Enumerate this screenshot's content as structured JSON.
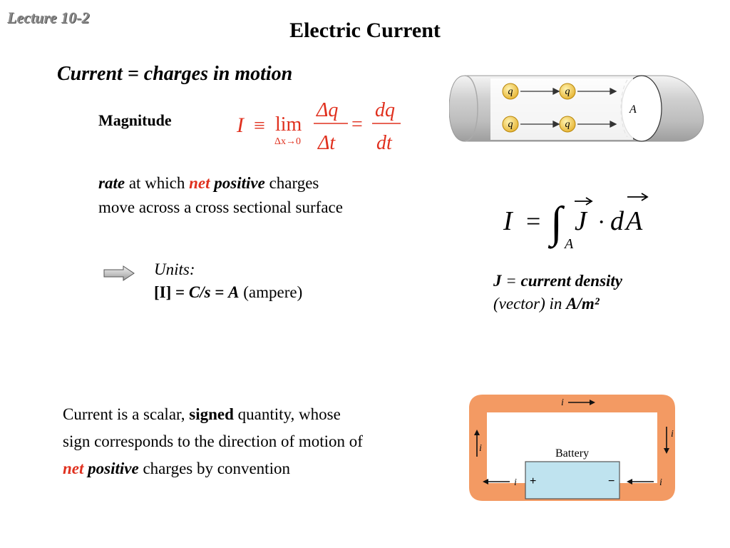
{
  "header": {
    "lecture": "Lecture 10-2",
    "title": "Electric Current"
  },
  "subtitle": "Current = charges in motion",
  "magnitude_label": "Magnitude",
  "equation1": {
    "lhs": "I",
    "equiv": "≡",
    "lim": "lim",
    "lim_sub": "Δx→0",
    "num1": "Δq",
    "den1": "Δt",
    "equals": "=",
    "num2": "dq",
    "den2": "dt"
  },
  "rate_text": {
    "w1": "rate",
    "w2": " at which ",
    "w3": "net",
    "w4": " positive",
    "w5": " charges",
    "line2": "move across a cross sectional surface"
  },
  "units": {
    "label": "Units:",
    "open": "[I] = ",
    "cs": "C/s",
    "eq": " = ",
    "a": "A",
    "ampere": " (ampere)"
  },
  "equation2": {
    "lhs": "I",
    "equals": "=",
    "integral": "∫",
    "sub": "A",
    "j": "J",
    "dot": "·",
    "d": "d",
    "a": "A"
  },
  "current_density": {
    "j": "J",
    "eq": " = ",
    "text": "current density",
    "line2a": "(vector) in ",
    "line2b": "A/m²"
  },
  "scalar_text": {
    "a": "Current is a scalar, ",
    "b": "signed",
    "c": " quantity, whose",
    "line2": "sign corresponds to the direction of motion of",
    "d": "net",
    "e": " positive",
    "f": " charges by convention"
  },
  "wire_figure": {
    "charge_label": "q",
    "area_label": "A"
  },
  "battery_figure": {
    "battery_label": "Battery",
    "current_label": "i",
    "plus": "+",
    "minus": "−"
  },
  "colors": {
    "accent_red": "#e0301e",
    "wire_orange": "#f39a63",
    "battery_blue": "#bfe3ef",
    "charge_yellow": "#f2c94c"
  }
}
